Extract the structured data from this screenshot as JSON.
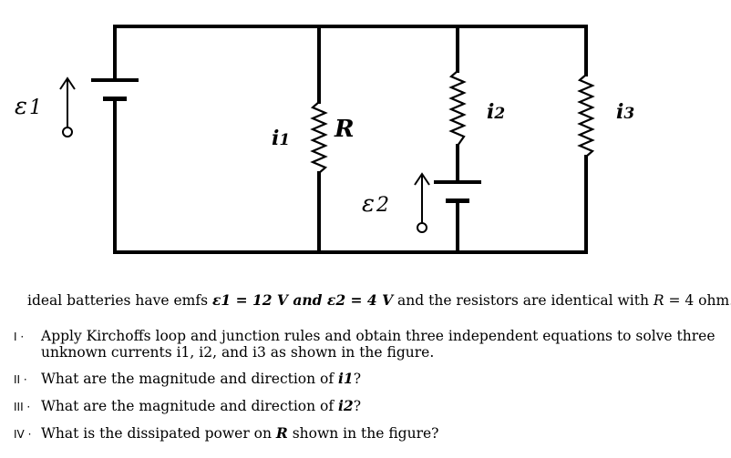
{
  "labels": {
    "emf1": "ε1",
    "emf2": "ε2",
    "i1": "i1",
    "i2": "i2",
    "i3": "i3",
    "R": "R"
  },
  "text": {
    "intro_a": "ideal batteries have emfs ",
    "intro_e1": "ε1 = 12 V and ",
    "intro_e2": "ε2 = 4 V",
    "intro_b": " and the resistors are identical with ",
    "intro_R": "R",
    "intro_c": " = 4 ohm."
  },
  "questions": [
    {
      "num": "I ·",
      "text": "Apply Kirchoffs loop and junction rules and obtain three independent equations to solve three unknown currents i1, i2, and i3 as shown in the figure."
    },
    {
      "num": "II ·",
      "pre": "What are the magnitude and direction of ",
      "var": "i1",
      "post": "?"
    },
    {
      "num": "III ·",
      "pre": "What are the magnitude and direction of ",
      "var": "i2",
      "post": "?"
    },
    {
      "num": "IV ·",
      "pre": "What is the dissipated power on ",
      "var": "R",
      "post": " shown in the figure?"
    }
  ]
}
